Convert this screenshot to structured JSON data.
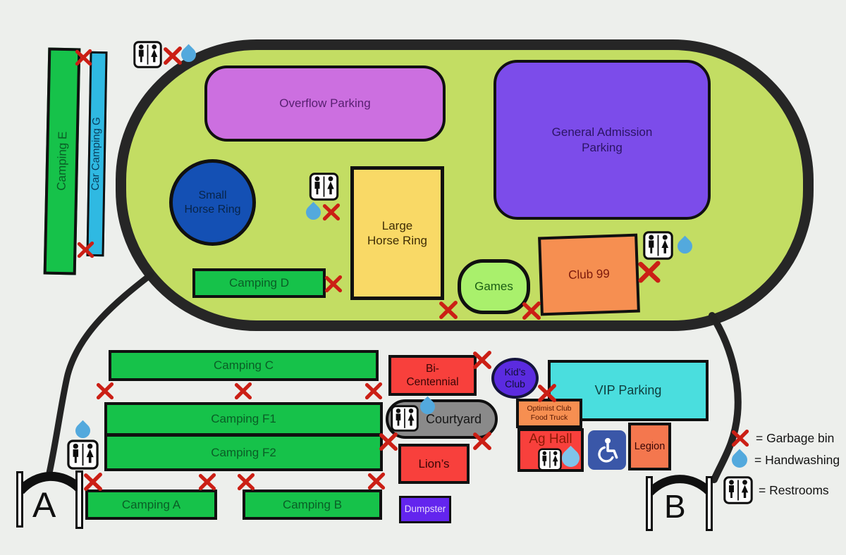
{
  "zones": {
    "camping_e": {
      "label": "Camping E"
    },
    "car_camping_g": {
      "label": "Car Camping G"
    },
    "overflow_parking": {
      "label": "Overflow Parking"
    },
    "general_admission": {
      "label": "General Admission\nParking"
    },
    "small_horse_ring": {
      "label": "Small\nHorse Ring"
    },
    "large_horse_ring": {
      "label": "Large\nHorse Ring"
    },
    "camping_d": {
      "label": "Camping D"
    },
    "games": {
      "label": "Games"
    },
    "club_99": {
      "label": "Club 99"
    },
    "camping_c": {
      "label": "Camping C"
    },
    "camping_f1": {
      "label": "Camping F1"
    },
    "camping_f2": {
      "label": "Camping F2"
    },
    "camping_a": {
      "label": "Camping A"
    },
    "camping_b": {
      "label": "Camping B"
    },
    "bi_centennial": {
      "label": "Bi-\nCentennial"
    },
    "kids_club": {
      "label": "Kid’s\nClub"
    },
    "vip_parking": {
      "label": "VIP Parking"
    },
    "courtyard": {
      "label": "Courtyard"
    },
    "optimist_food_truck": {
      "label": "Optimist Club\nFood Truck"
    },
    "ag_hall": {
      "label": "Ag Hall"
    },
    "legion": {
      "label": "Legion"
    },
    "lions": {
      "label": "Lion’s"
    },
    "dumpster": {
      "label": "Dumpster"
    }
  },
  "gates": {
    "a_label": "A",
    "b_label": "B"
  },
  "legend": {
    "garbage_label": "= Garbage bin",
    "handwashing_label": "= Handwashing",
    "restrooms_label": "= Restrooms"
  },
  "icons": {
    "garbage": "red-x",
    "handwashing": "water-droplet",
    "restrooms": "male-female-restroom-sign",
    "accessible": "wheelchair-symbol"
  },
  "colors": {
    "field_oval": "#C3DD63",
    "camping_green": "#16C24A",
    "car_camping_cyan": "#2FB9E2",
    "overflow_orchid": "#CC6FE0",
    "admission_purple": "#7C4CEA",
    "horse_ring_blue": "#1450B4",
    "horse_ring_yellow": "#F9D966",
    "games_green": "#A9F06C",
    "club99_orange": "#F68F51",
    "building_red": "#F8403C",
    "vip_cyan": "#4ADEDE",
    "courtyard_gray": "#8A8A8A",
    "kids_club_purple": "#5B2BE0",
    "dumpster_purple": "#6325EE",
    "legion_orange": "#F4774E",
    "accessible_blue": "#3A57A8",
    "garbage_x_red": "#CB1F15",
    "droplet_blue": "#53A9DD",
    "road_black": "#232323"
  }
}
